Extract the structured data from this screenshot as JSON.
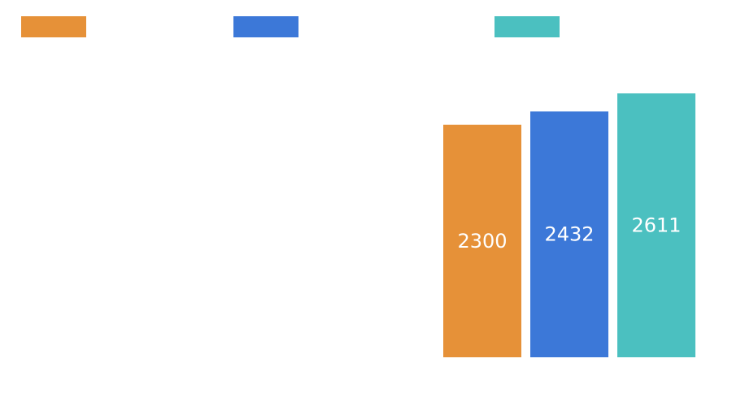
{
  "chart_data": {
    "type": "bar",
    "categories": [
      ""
    ],
    "series": [
      {
        "values": [
          2300
        ],
        "color": "#E69138"
      },
      {
        "values": [
          2432
        ],
        "color": "#3C78D8"
      },
      {
        "values": [
          2611
        ],
        "color": "#4BC0C0"
      }
    ],
    "ylim": [
      0,
      2611
    ],
    "grid": false,
    "legend_position": "top"
  }
}
